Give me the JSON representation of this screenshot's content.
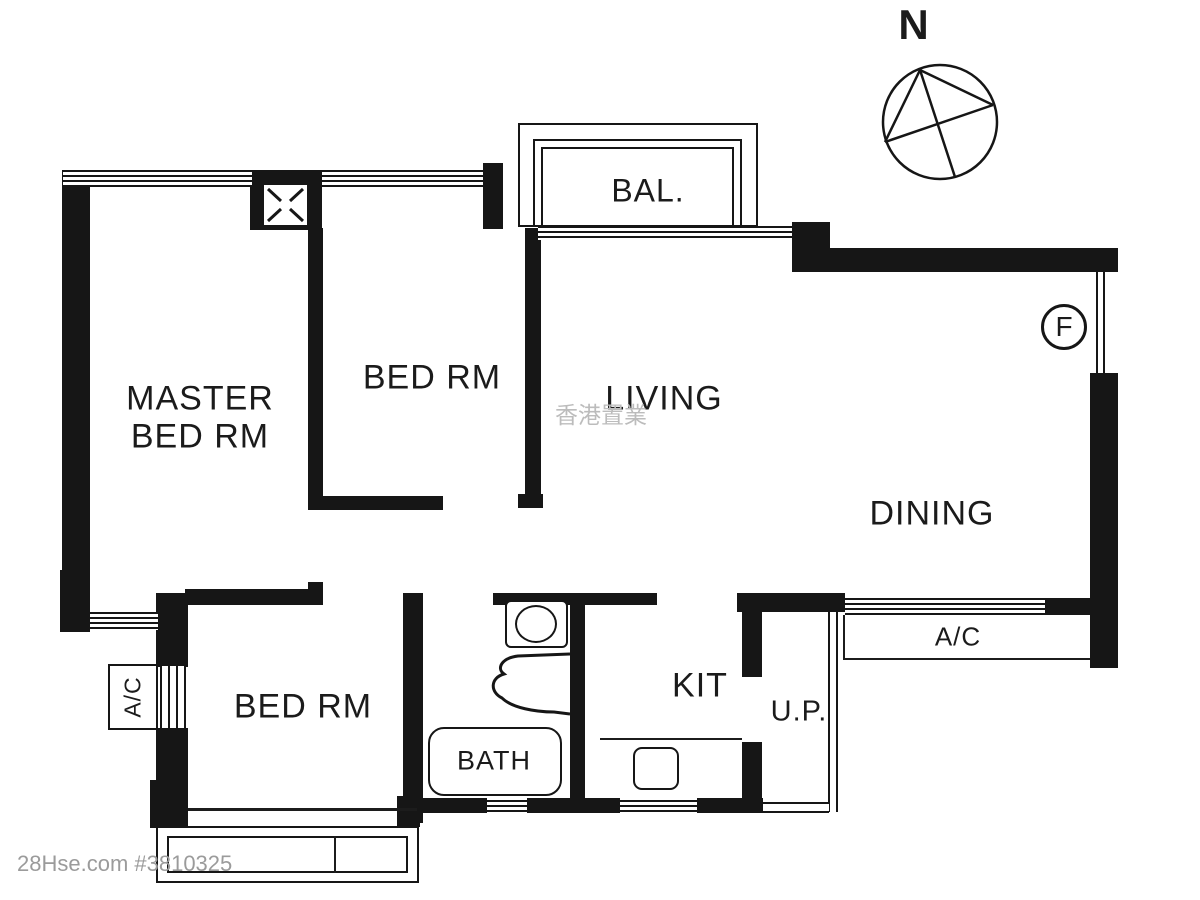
{
  "page": {
    "type": "apartment-floor-plan"
  },
  "rooms": {
    "master_bedroom_line1": "MASTER",
    "master_bedroom_line2": "BED RM",
    "bedroom_2": "BED RM",
    "bedroom_3": "BED RM",
    "living": "LIVING",
    "dining": "DINING",
    "balcony": "BAL.",
    "kitchen": "KIT",
    "bathroom": "BATH",
    "utility_platform": "U.P.",
    "ac_platform_left": "A/C",
    "ac_platform_right": "A/C"
  },
  "annotations": {
    "compass_north": "N",
    "unit_marker": "F",
    "watermark_listing": "28Hse.com #3810325",
    "watermark_brand": "香港置業"
  },
  "colors": {
    "wall": "#161616",
    "label_text": "#1b1b1b",
    "watermark_listing": "#9b9b9b",
    "watermark_brand": "#bcbcbc"
  }
}
